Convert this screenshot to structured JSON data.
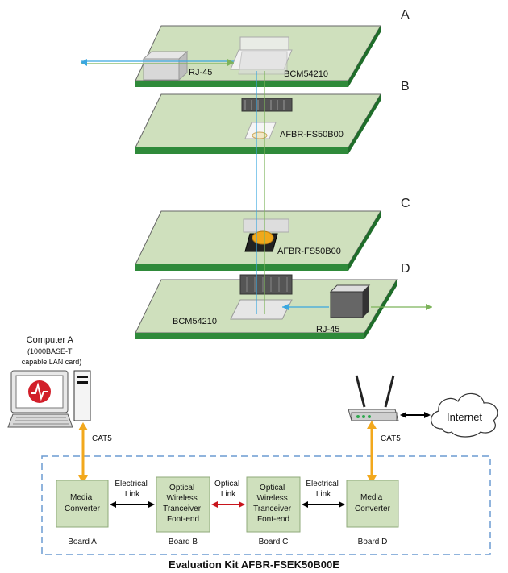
{
  "stack": {
    "layer_letters": [
      "A",
      "B",
      "C",
      "D"
    ],
    "layer_a": {
      "rj45_label": "RJ-45",
      "chip_label": "BCM54210"
    },
    "layer_b": {
      "chip_label": "AFBR-FS50B00"
    },
    "layer_c": {
      "chip_label": "AFBR-FS50B00"
    },
    "layer_d": {
      "chip_label": "BCM54210",
      "rj45_label": "RJ-45"
    }
  },
  "computer": {
    "caption_lines": [
      "Computer A",
      "(1000BASE-T",
      "capable LAN card)"
    ]
  },
  "links": {
    "cat5_left": "CAT5",
    "cat5_right": "CAT5",
    "electrical_link_left": [
      "Electrical",
      "Link"
    ],
    "optical_link": [
      "Optical",
      "Link"
    ],
    "electrical_link_right": [
      "Electrical",
      "Link"
    ]
  },
  "boards": [
    {
      "lines": [
        "Media",
        "Converter"
      ],
      "caption": "Board A"
    },
    {
      "lines": [
        "Optical",
        "Wireless",
        "Tranceiver",
        "Font-end"
      ],
      "caption": "Board B"
    },
    {
      "lines": [
        "Optical",
        "Wireless",
        "Tranceiver",
        "Font-end"
      ],
      "caption": "Board C"
    },
    {
      "lines": [
        "Media",
        "Converter"
      ],
      "caption": "Board D"
    }
  ],
  "internet_label": "Internet",
  "kit_title": "Evaluation Kit AFBR-FSEK50B00E",
  "colors": {
    "board_fill": "#cfe0bd",
    "board_edge": "#2f8a3a",
    "box_fill": "#cfe0bd",
    "box_stroke": "#8faa7a",
    "cat5_arrow": "#f2a81d",
    "optical_arrow": "#c8141c",
    "electrical_arrow": "#000000",
    "kit_border": "#6b9bd2",
    "signal_blue": "#3aa7e0",
    "signal_green": "#7cb35a"
  }
}
